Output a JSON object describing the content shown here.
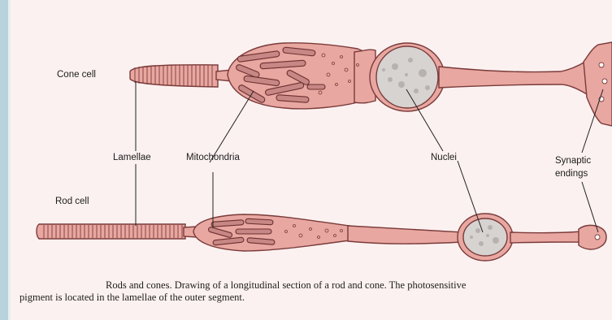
{
  "labels": {
    "cone_cell": "Cone cell",
    "rod_cell": "Rod cell",
    "lamellae": "Lamellae",
    "mitochondria": "Mitochondria",
    "nuclei": "Nuclei",
    "synaptic_line1": "Synaptic",
    "synaptic_line2": "endings"
  },
  "caption": {
    "line1": "Rods and cones. Drawing of a longitudinal section of a rod and cone. The photosensitive",
    "line2": "pigment is located in the lamellae of the outer segment."
  },
  "colors": {
    "background": "#fbf1f0",
    "left_band": "#b9d3dc",
    "cell_fill": "#e9a7a1",
    "cell_outline": "#7a3b3a",
    "nucleus": "#d6d3d1"
  }
}
